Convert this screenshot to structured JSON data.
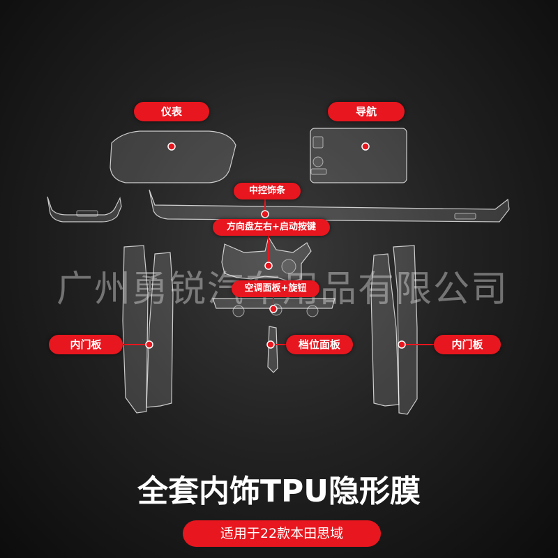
{
  "labels": {
    "dashboard": "仪表",
    "navigation": "导航",
    "center_trim": "中控饰条",
    "steering": "方向盘左右+启动按键",
    "ac_panel": "空调面板+旋钮",
    "door_left": "内门板",
    "gear_panel": "档位面板",
    "door_right": "内门板"
  },
  "watermark": "广州勇锐汽车用品有限公司",
  "title": "全套内饰TPU隐形膜",
  "subtitle": "适用于22款本田思域",
  "colors": {
    "accent": "#e8161e",
    "background": "#1c1c1c"
  }
}
